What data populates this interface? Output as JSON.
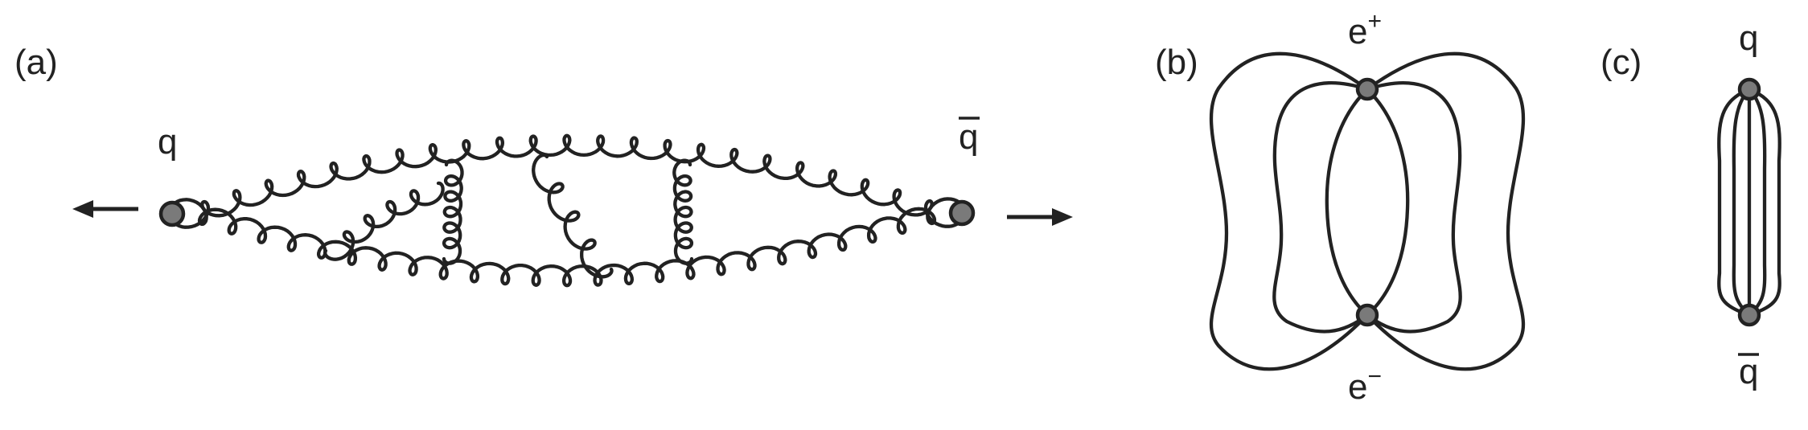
{
  "panels": {
    "a": {
      "label": "(a)",
      "left_particle": "q",
      "right_particle": "q",
      "right_particle_bar": true
    },
    "b": {
      "label": "(b)",
      "top_particle": "e",
      "top_charge": "+",
      "bottom_particle": "e",
      "bottom_charge": "−"
    },
    "c": {
      "label": "(c)",
      "top_particle": "q",
      "bottom_particle": "q",
      "bottom_particle_bar": true
    }
  },
  "colors": {
    "line": "#222222",
    "vertex_fill": "#7a7a7a",
    "background": "#ffffff"
  }
}
